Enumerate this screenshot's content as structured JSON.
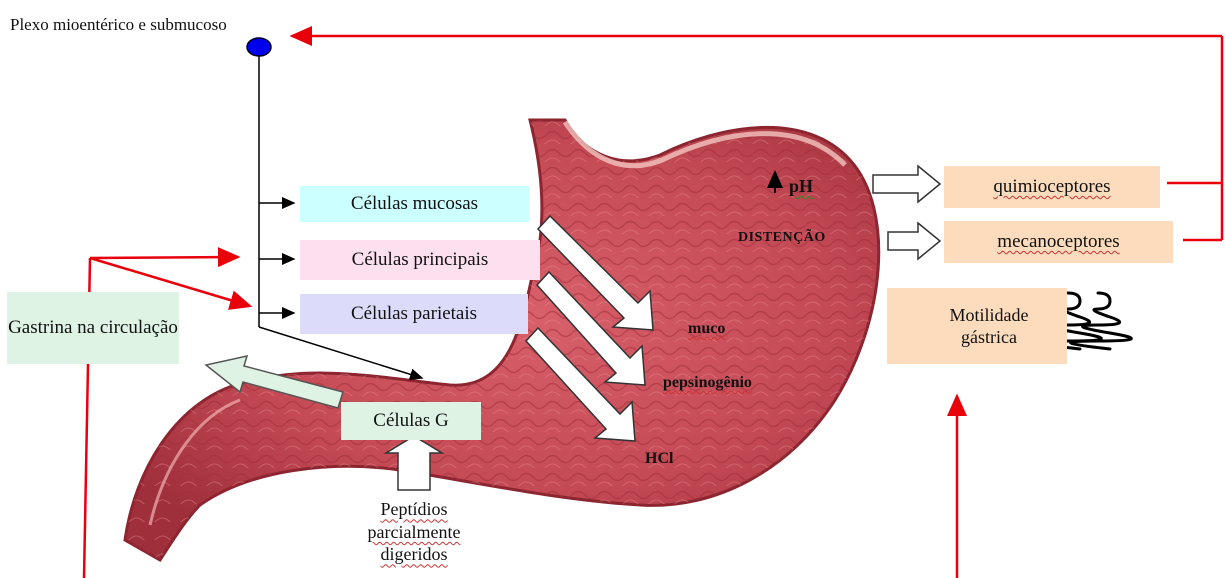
{
  "labels": {
    "plexo": "Plexo mioentérico e submucoso",
    "celulas_mucosas": "Células mucosas",
    "celulas_principais": "Células principais",
    "celulas_parietais": "Células parietais",
    "gastrina": "Gastrina na circulação",
    "celulas_g": "Células G",
    "peptidios": "Peptídios parcialmente digeridos",
    "quimioceptores": "quimioceptores",
    "mecanoceptores": "mecanoceptores",
    "motilidade": "Motilidade gástrica",
    "ph": "pH",
    "distencao": "DISTENÇÃO",
    "muco": "muco",
    "pepsinogenio": "pepsinogênio",
    "hcl": "HCl"
  },
  "colors": {
    "feedback_arrows": "#e8000b",
    "mucosas_box": "#ccffff",
    "principais_box": "#fde0ef",
    "parietais_box": "#dcdcfa",
    "gastrina_box": "#dff3e4",
    "celulas_g_box": "#dff3e4",
    "receptor_boxes": "#fcdcbc",
    "plexo_node": "#0000ee",
    "stomach": "#c94a55"
  }
}
